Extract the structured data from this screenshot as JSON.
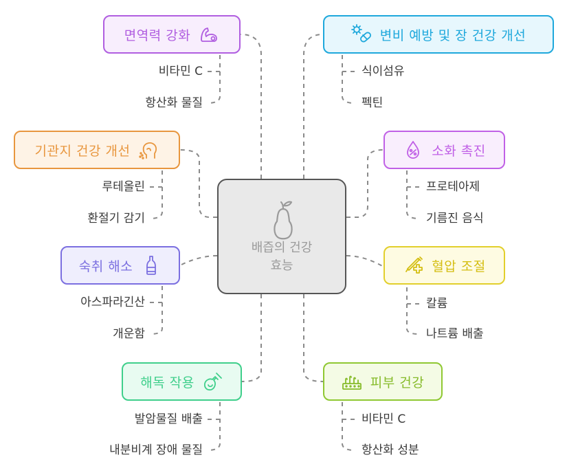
{
  "center": {
    "line1": "배즙의 건강",
    "line2": "효능"
  },
  "nodes": {
    "immunity": {
      "label": "면역력 강화",
      "leaves": [
        "비타민 C",
        "항산화 물질"
      ]
    },
    "bronchi": {
      "label": "기관지 건강 개선",
      "leaves": [
        "루테올린",
        "환절기 감기"
      ]
    },
    "hangover": {
      "label": "숙취 해소",
      "leaves": [
        "아스파라긴산",
        "개운함"
      ]
    },
    "detox": {
      "label": "해독 작용",
      "leaves": [
        "발암물질 배출",
        "내분비계 장애 물질"
      ]
    },
    "constipation": {
      "label": "변비 예방 및 장 건강 개선",
      "leaves": [
        "식이섬유",
        "펙틴"
      ]
    },
    "digestion": {
      "label": "소화 촉진",
      "leaves": [
        "프로테아제",
        "기름진 음식"
      ]
    },
    "blood_pressure": {
      "label": "혈압 조절",
      "leaves": [
        "칼륨",
        "나트륨 배출"
      ]
    },
    "skin": {
      "label": "피부 건강",
      "leaves": [
        "비타민 C",
        "항산화 성분"
      ]
    }
  },
  "icons": {
    "immunity": "flexed-arm-icon",
    "bronchi": "head-breath-icon",
    "hangover": "bottle-icon",
    "detox": "flask-icon",
    "constipation": "pill-icon",
    "digestion": "percent-drop-icon",
    "blood_pressure": "syringe-plus-icon",
    "skin": "skin-layer-icon"
  },
  "colors": {
    "purple": "#b05ee0",
    "purple_bg": "#f8eefd",
    "orange": "#e8963e",
    "orange_bg": "#fef3e6",
    "indigo": "#7b6fe0",
    "indigo_bg": "#efeefd",
    "green": "#3fcf8b",
    "green_bg": "#e8fbf1",
    "cyan": "#1ea8dc",
    "cyan_bg": "#e7f7fd",
    "violet": "#c060e6",
    "violet_bg": "#f9eefd",
    "yellow": "#e2cf2c",
    "yellow_bg": "#fefbe2",
    "lime": "#8fc832",
    "lime_bg": "#f4fbe5",
    "center_border": "#555555",
    "center_bg": "#e9e9e9"
  }
}
